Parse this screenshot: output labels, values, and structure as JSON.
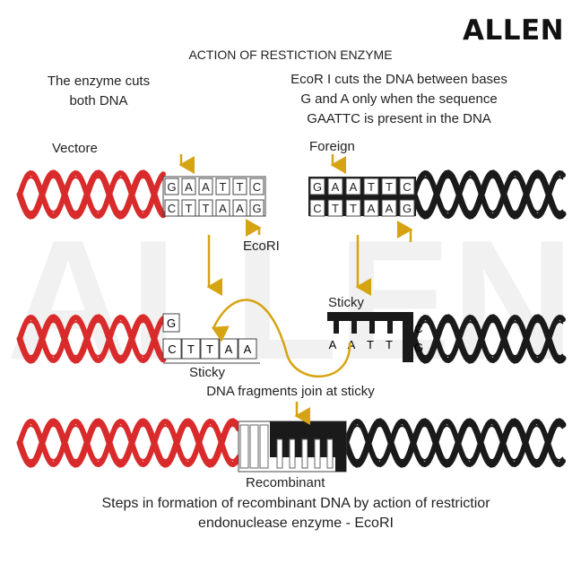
{
  "brand": "ALLEN",
  "title": "ACTION OF RESTICTION ENZYME",
  "notes": {
    "cuts": [
      "The enzyme cuts",
      "both DNA"
    ],
    "ecor": [
      "EcoR I cuts the DNA between bases",
      "G and A only when the sequence",
      "GAATTC is present in the DNA"
    ]
  },
  "labels": {
    "vector": "Vectore",
    "foreign": "Foreign",
    "ecori": "EcoRI",
    "sticky_right": "Sticky",
    "sticky_left": "Sticky",
    "join": "DNA fragments join at sticky",
    "recombinant": "Recombinant"
  },
  "caption": [
    "Steps in formation of recombinant DNA by action of restrictior",
    "endonuclease enzyme - EcoRI"
  ],
  "sequences": {
    "top_strand": [
      "G",
      "A",
      "A",
      "T",
      "T",
      "C"
    ],
    "bottom_strand": [
      "C",
      "T",
      "T",
      "A",
      "A",
      "G"
    ],
    "cut_vector_top": "G",
    "cut_vector_bottom": [
      "C",
      "T",
      "T",
      "A",
      "A"
    ],
    "cut_foreign_top": [
      "A",
      "A",
      "T",
      "T"
    ],
    "cut_foreign_end_top": "C",
    "cut_foreign_end_bottom": "G"
  },
  "colors": {
    "vector_dna": "#d92b2b",
    "foreign_dna": "#1a1a1a",
    "arrow": "#d6a412",
    "watermark": "#f0f0f0"
  }
}
